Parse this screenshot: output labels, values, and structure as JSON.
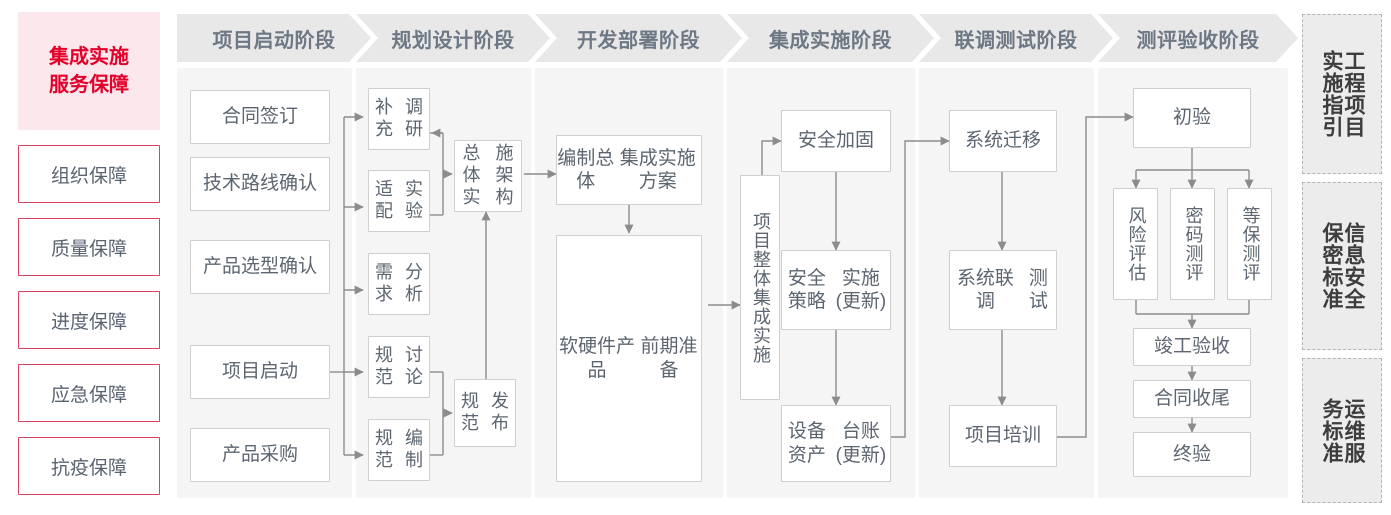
{
  "left_rail": {
    "title_lines": [
      "集成实施",
      "服务保障"
    ],
    "title_color": "#e3002b",
    "items": [
      "组织保障",
      "质量保障",
      "进度保障",
      "应急保障",
      "抗疫保障"
    ]
  },
  "phases": [
    {
      "id": "start",
      "header": "项目启动阶段"
    },
    {
      "id": "planning",
      "header": "规划设计阶段"
    },
    {
      "id": "develop",
      "header": "开发部署阶段"
    },
    {
      "id": "integrate",
      "header": "集成实施阶段"
    },
    {
      "id": "joint",
      "header": "联调测试阶段"
    },
    {
      "id": "accept",
      "header": "测评验收阶段"
    }
  ],
  "nodes": {
    "start": [
      "合同签订",
      "技术路线确认",
      "产品选型确认",
      "项目启动",
      "产品采购"
    ],
    "planning": {
      "tasks": [
        "补充\n调研",
        "适配\n实验",
        "需求\n分析",
        "规范\n讨论",
        "规范\n编制"
      ],
      "architecture": "总体实\n施架构",
      "release": "规范\n发布"
    },
    "develop": {
      "plan": "编制总体\n集成实施方案",
      "prep": "软硬件产品\n前期准备"
    },
    "integrate": {
      "trunk": "项目整体集成实施",
      "steps": [
        "安全加固",
        "安全策略\n实施(更新)",
        "设备资产\n台账(更新)"
      ]
    },
    "joint": [
      "系统迁移",
      "系统联调\n测试",
      "项目培训"
    ],
    "accept": {
      "first": "初验",
      "tests": [
        "风险评估",
        "密码测评",
        "等保测评"
      ],
      "tail": [
        "竣工验收",
        "合同收尾",
        "终验"
      ]
    }
  },
  "right_rail": [
    {
      "label": "工程项目实施指引"
    },
    {
      "label": "信息安全保密标准"
    },
    {
      "label": "运维服务标准"
    }
  ],
  "colors": {
    "accent_red": "#e3002b",
    "accent_border": "#d9435f",
    "panel_bg": "#f5f5f5",
    "header_bg": "#e8e8e8",
    "header_text": "#6e7884",
    "node_border": "#cfcfcf",
    "node_text": "#5d6670",
    "wire": "#8c8c8c"
  }
}
